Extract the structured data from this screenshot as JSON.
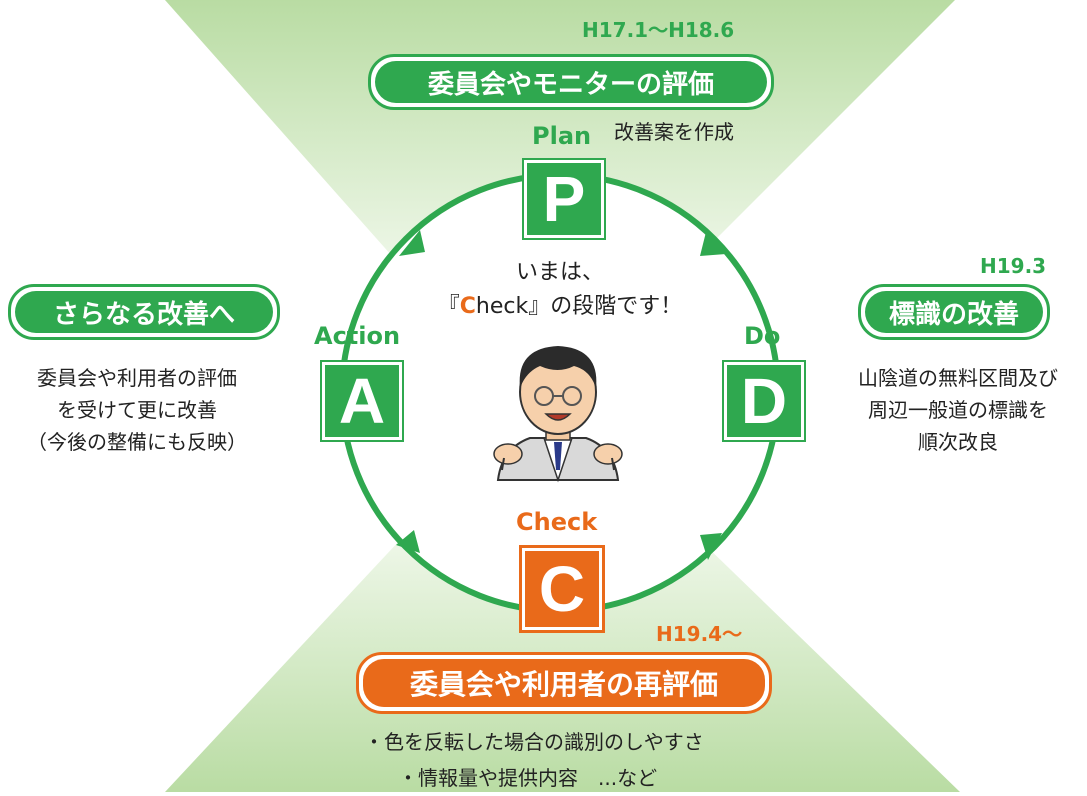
{
  "plan": {
    "date": "H17.1〜H18.6",
    "title": "委員会やモニターの評価",
    "note": "改善案を作成",
    "phase_label": "Plan",
    "letter": "P"
  },
  "do": {
    "date": "H19.3",
    "title": "標識の改善",
    "phase_label": "Do",
    "letter": "D",
    "lines": [
      "山陰道の無料区間及び",
      "周辺一般道の標識を",
      "順次改良"
    ]
  },
  "check": {
    "date": "H19.4〜",
    "title": "委員会や利用者の再評価",
    "phase_label": "Check",
    "letter": "C",
    "lines": [
      "・色を反転した場合の識別のしやすさ",
      "・情報量や提供内容　...など"
    ]
  },
  "action": {
    "title": "さらなる改善へ",
    "phase_label": "Action",
    "letter": "A",
    "lines": [
      "委員会や利用者の評価",
      "を受けて更に改善",
      "（今後の整備にも反映）"
    ]
  },
  "center": {
    "line1": "いまは、",
    "line2_prefix": "『",
    "line2_highlight": "C",
    "line2_suffix": "heck』の段階です！"
  },
  "colors": {
    "green": "#2fa84f",
    "orange": "#e96a1a",
    "light_green": "#d6ecc9"
  }
}
